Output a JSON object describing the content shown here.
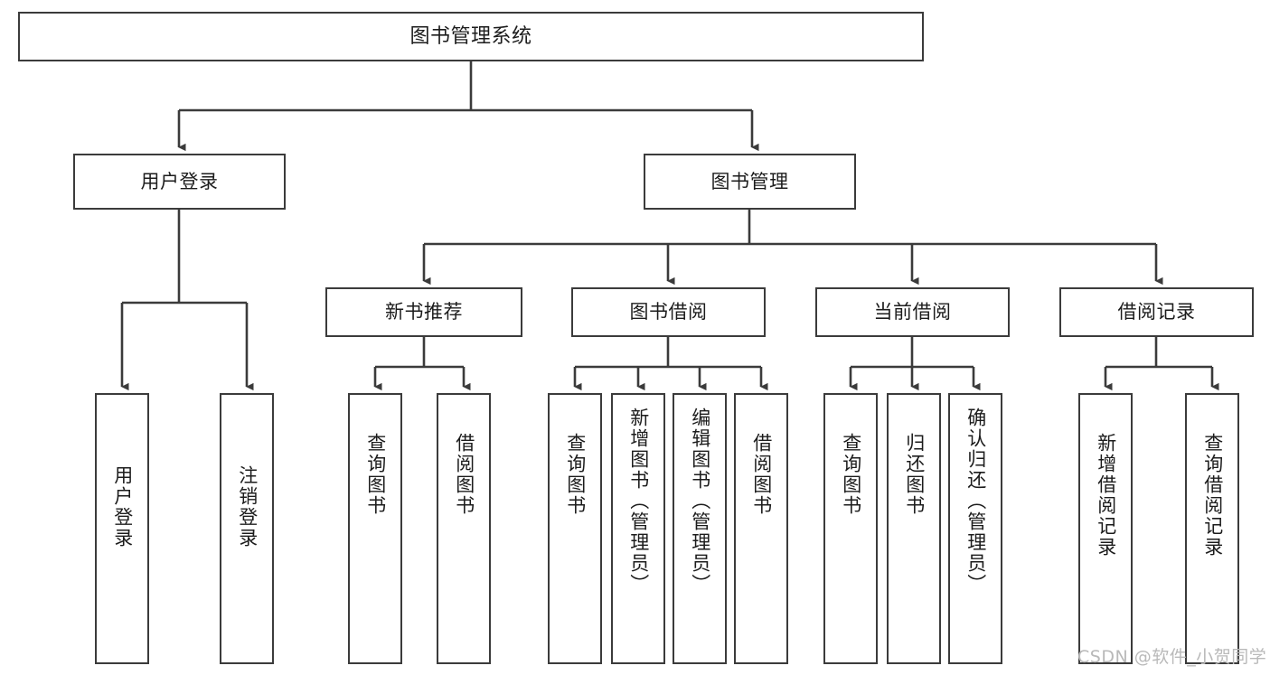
{
  "diagram": {
    "type": "tree-hierarchy",
    "title": "图书管理系统",
    "root": {
      "label": "图书管理系统"
    },
    "level2": [
      {
        "label": "用户登录"
      },
      {
        "label": "图书管理"
      }
    ],
    "level3": [
      {
        "label": "新书推荐"
      },
      {
        "label": "图书借阅"
      },
      {
        "label": "当前借阅"
      },
      {
        "label": "借阅记录"
      }
    ],
    "leaves": {
      "user_login": [
        {
          "label": "用户登录"
        },
        {
          "label": "注销登录"
        }
      ],
      "new_book_recommend": [
        {
          "label": "查询图书"
        },
        {
          "label": "借阅图书"
        }
      ],
      "book_borrow": [
        {
          "label": "查询图书"
        },
        {
          "label": "新增图书（管理员）"
        },
        {
          "label": "编辑图书（管理员）"
        },
        {
          "label": "借阅图书"
        }
      ],
      "current_borrow": [
        {
          "label": "查询图书"
        },
        {
          "label": "归还图书"
        },
        {
          "label": "确认归还（管理员）"
        }
      ],
      "borrow_record": [
        {
          "label": "新增借阅记录"
        },
        {
          "label": "查询借阅记录"
        }
      ]
    }
  },
  "watermark": {
    "text": "CSDN @软件_小贺同学"
  },
  "colors": {
    "border": "#3b3b3b",
    "background": "#ffffff",
    "text": "#1c1c1c",
    "connector": "#3b3b3b",
    "watermark": "#b9b9b9"
  }
}
